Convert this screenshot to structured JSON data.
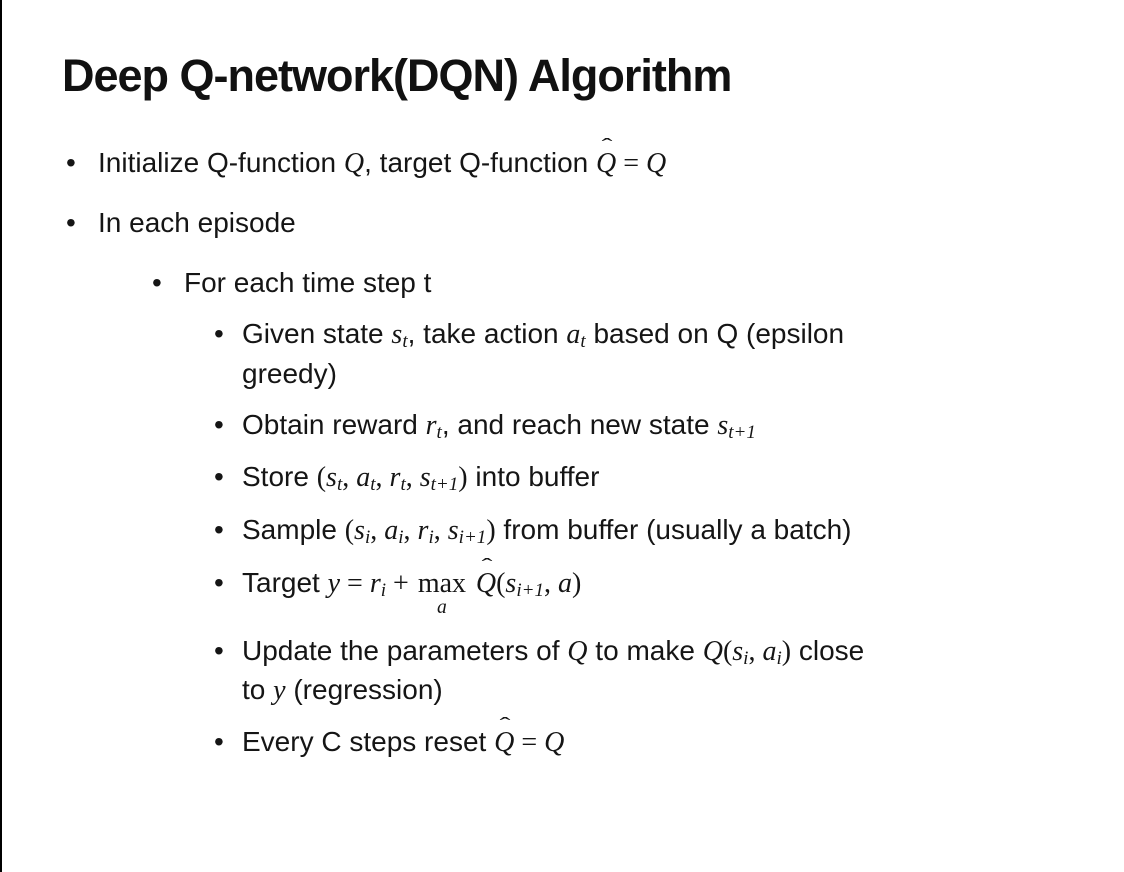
{
  "slide": {
    "title": "Deep Q-network(DQN) Algorithm",
    "bullets": [
      {
        "level": 1,
        "segments": [
          {
            "t": "txt",
            "v": "Initialize Q-function "
          },
          {
            "t": "m",
            "v": "Q"
          },
          {
            "t": "txt",
            "v": ", target Q-function "
          },
          {
            "t": "hat",
            "v": "Q"
          },
          {
            "t": "mn",
            "v": " = "
          },
          {
            "t": "m",
            "v": "Q"
          }
        ]
      },
      {
        "level": 1,
        "segments": [
          {
            "t": "txt",
            "v": "In each episode"
          }
        ]
      },
      {
        "level": 2,
        "segments": [
          {
            "t": "txt",
            "v": "For each time step t"
          }
        ]
      },
      {
        "level": 3,
        "segments": [
          {
            "t": "txt",
            "v": "Given state "
          },
          {
            "t": "m",
            "v": "s"
          },
          {
            "t": "sub",
            "v": "t"
          },
          {
            "t": "txt",
            "v": ", take action "
          },
          {
            "t": "m",
            "v": "a"
          },
          {
            "t": "sub",
            "v": "t"
          },
          {
            "t": "txt",
            "v": " based on Q (epsilon"
          },
          {
            "t": "br"
          },
          {
            "t": "txt",
            "v": "greedy)"
          }
        ]
      },
      {
        "level": 3,
        "segments": [
          {
            "t": "txt",
            "v": "Obtain reward "
          },
          {
            "t": "m",
            "v": "r"
          },
          {
            "t": "sub",
            "v": "t"
          },
          {
            "t": "txt",
            "v": ", and reach new state "
          },
          {
            "t": "m",
            "v": "s"
          },
          {
            "t": "sub",
            "v": "t+1"
          }
        ]
      },
      {
        "level": 3,
        "segments": [
          {
            "t": "txt",
            "v": "Store "
          },
          {
            "t": "mn",
            "v": "("
          },
          {
            "t": "m",
            "v": "s"
          },
          {
            "t": "sub",
            "v": "t"
          },
          {
            "t": "mn",
            "v": ", "
          },
          {
            "t": "m",
            "v": "a"
          },
          {
            "t": "sub",
            "v": "t"
          },
          {
            "t": "mn",
            "v": ", "
          },
          {
            "t": "m",
            "v": "r"
          },
          {
            "t": "sub",
            "v": "t"
          },
          {
            "t": "mn",
            "v": ", "
          },
          {
            "t": "m",
            "v": "s"
          },
          {
            "t": "sub",
            "v": "t+1"
          },
          {
            "t": "mn",
            "v": ")"
          },
          {
            "t": "txt",
            "v": " into buffer"
          }
        ]
      },
      {
        "level": 3,
        "segments": [
          {
            "t": "txt",
            "v": "Sample "
          },
          {
            "t": "mn",
            "v": "("
          },
          {
            "t": "m",
            "v": "s"
          },
          {
            "t": "sub",
            "v": "i"
          },
          {
            "t": "mn",
            "v": ", "
          },
          {
            "t": "m",
            "v": "a"
          },
          {
            "t": "sub",
            "v": "i"
          },
          {
            "t": "mn",
            "v": ", "
          },
          {
            "t": "m",
            "v": "r"
          },
          {
            "t": "sub",
            "v": "i"
          },
          {
            "t": "mn",
            "v": ", "
          },
          {
            "t": "m",
            "v": "s"
          },
          {
            "t": "sub",
            "v": "i+1"
          },
          {
            "t": "mn",
            "v": ")"
          },
          {
            "t": "txt",
            "v": " from buffer (usually a batch)"
          }
        ]
      },
      {
        "level": 3,
        "segments": [
          {
            "t": "txt",
            "v": "Target "
          },
          {
            "t": "m",
            "v": "y"
          },
          {
            "t": "mn",
            "v": " = "
          },
          {
            "t": "m",
            "v": "r"
          },
          {
            "t": "sub",
            "v": "i"
          },
          {
            "t": "mn",
            "v": " + "
          },
          {
            "t": "underop",
            "v": "max",
            "u": "a"
          },
          {
            "t": "txt",
            "v": " "
          },
          {
            "t": "hat",
            "v": "Q"
          },
          {
            "t": "mn",
            "v": "("
          },
          {
            "t": "m",
            "v": "s"
          },
          {
            "t": "sub",
            "v": "i+1"
          },
          {
            "t": "mn",
            "v": ", "
          },
          {
            "t": "m",
            "v": "a"
          },
          {
            "t": "mn",
            "v": ")"
          }
        ]
      },
      {
        "level": 3,
        "segments": [
          {
            "t": "txt",
            "v": "Update the parameters of "
          },
          {
            "t": "m",
            "v": "Q"
          },
          {
            "t": "txt",
            "v": " to make "
          },
          {
            "t": "m",
            "v": "Q"
          },
          {
            "t": "mn",
            "v": "("
          },
          {
            "t": "m",
            "v": "s"
          },
          {
            "t": "sub",
            "v": "i"
          },
          {
            "t": "mn",
            "v": ", "
          },
          {
            "t": "m",
            "v": "a"
          },
          {
            "t": "sub",
            "v": "i"
          },
          {
            "t": "mn",
            "v": ")"
          },
          {
            "t": "txt",
            "v": " close"
          },
          {
            "t": "br"
          },
          {
            "t": "txt",
            "v": "to "
          },
          {
            "t": "m",
            "v": "y"
          },
          {
            "t": "txt",
            "v": " (regression)"
          }
        ]
      },
      {
        "level": 3,
        "segments": [
          {
            "t": "txt",
            "v": "Every C steps reset "
          },
          {
            "t": "hat",
            "v": "Q"
          },
          {
            "t": "mn",
            "v": " = "
          },
          {
            "t": "m",
            "v": "Q"
          }
        ]
      }
    ]
  }
}
